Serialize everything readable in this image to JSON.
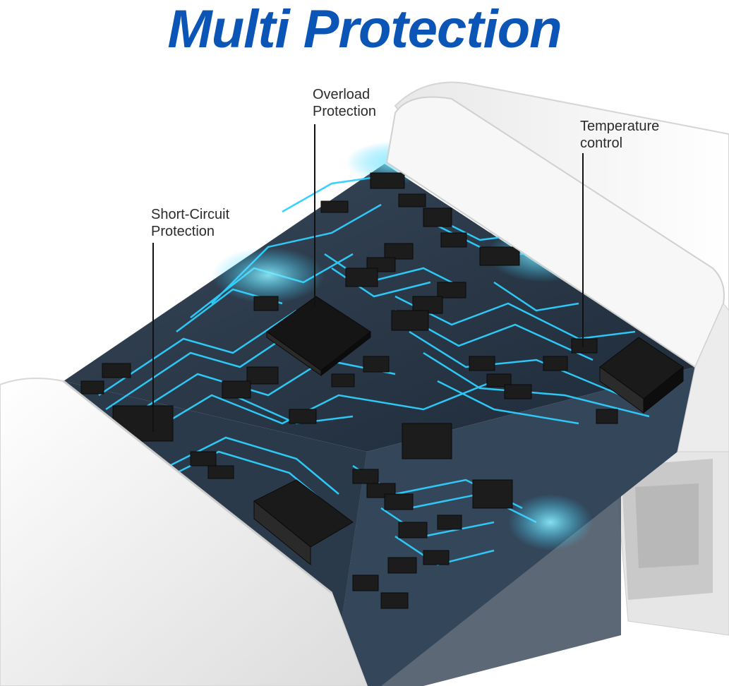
{
  "title": "Multi Protection",
  "colors": {
    "title": "#0a55b5",
    "board": "#2a3a4c",
    "trace_glow": "#2fd0ff",
    "housing": "#f2f2f2"
  },
  "callouts": [
    {
      "line1": "Overload",
      "line2": "Protection"
    },
    {
      "line1": "Temperature",
      "line2": "control"
    },
    {
      "line1": "Short-Circuit",
      "line2": "Protection"
    }
  ]
}
